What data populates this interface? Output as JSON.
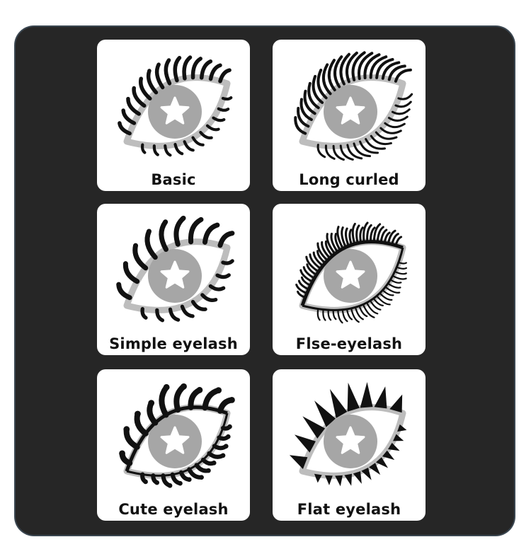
{
  "cards": [
    {
      "label": "Basic",
      "style": "basic"
    },
    {
      "label": "Long curled",
      "style": "long-curled"
    },
    {
      "label": "Simple eyelash",
      "style": "simple"
    },
    {
      "label": "Flse-eyelash",
      "style": "false"
    },
    {
      "label": "Cute eyelash",
      "style": "cute"
    },
    {
      "label": "Flat eyelash",
      "style": "flat"
    }
  ],
  "colors": {
    "background": "#ffffff",
    "panel": "#262626",
    "card": "#ffffff",
    "lash": "#111111",
    "iris": "#a6a6a6",
    "eyeline": "#bdbdbd"
  }
}
